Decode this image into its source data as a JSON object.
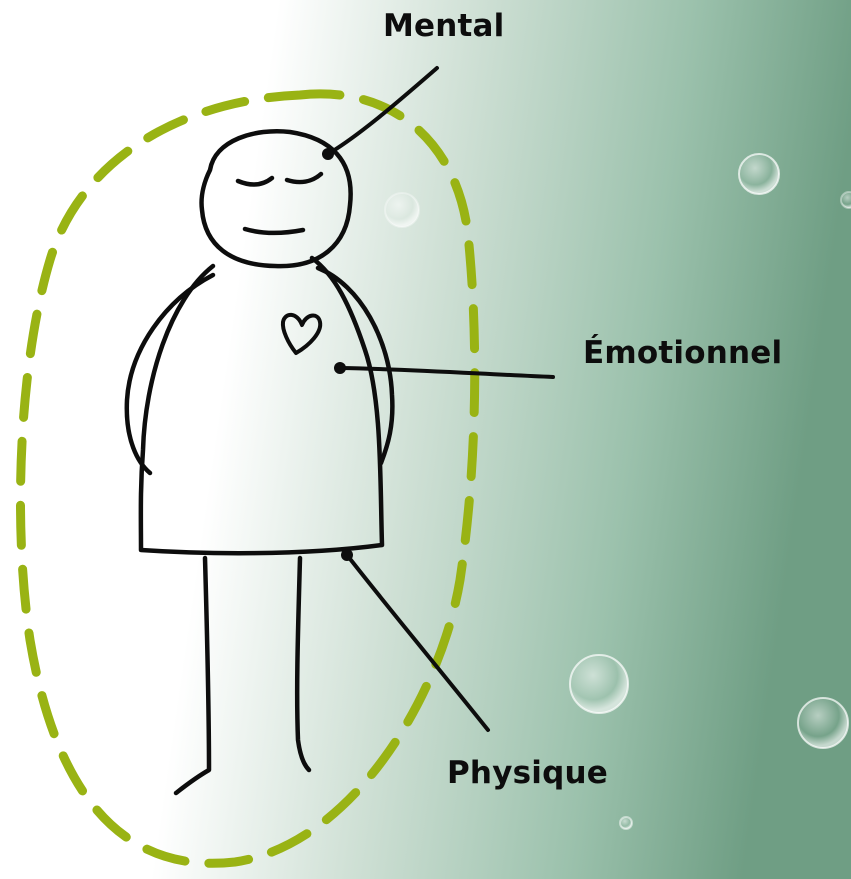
{
  "labels": {
    "mental": "Mental",
    "emotional": "Émotionnel",
    "physical": "Physique"
  },
  "colors": {
    "aura_dashes": "#99b314",
    "ink": "#0d0d0d",
    "background_light": "#ffffff",
    "background_dark": "#6f9e84"
  },
  "icons": [
    "heart-icon",
    "stick-figure",
    "bubble"
  ]
}
